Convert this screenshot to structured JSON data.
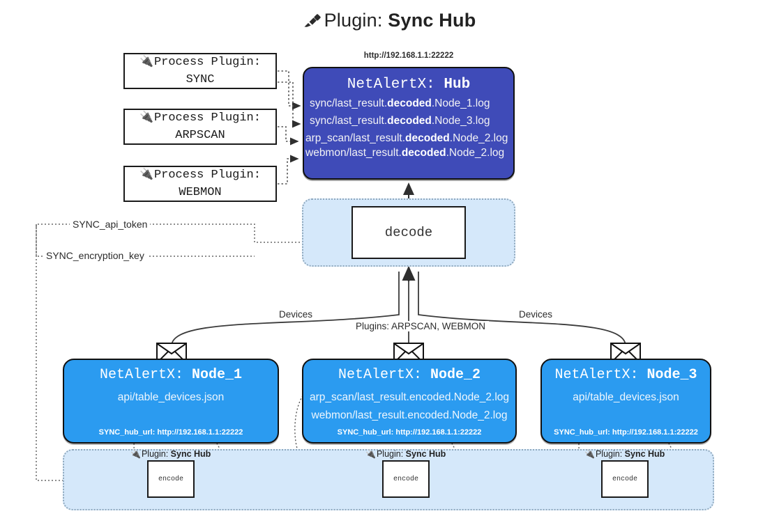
{
  "title": {
    "icon": "plug-icon",
    "prefix": "Plugin:",
    "name": "Sync Hub"
  },
  "process_plugins": [
    {
      "icon": "plug-icon",
      "line1": "Process Plugin:",
      "line2": "SYNC"
    },
    {
      "icon": "plug-icon",
      "line1": "Process Plugin:",
      "line2": "ARPSCAN"
    },
    {
      "icon": "plug-icon",
      "line1": "Process Plugin:",
      "line2": "WEBMON"
    }
  ],
  "hub": {
    "url": "http://192.168.1.1:22222",
    "title_prefix": "NetAlertX:",
    "title_name": "Hub",
    "logs": [
      {
        "pre": "sync/last_result.",
        "mid": "decoded",
        "post": ".Node_1.log"
      },
      {
        "pre": "sync/last_result.",
        "mid": "decoded",
        "post": ".Node_3.log"
      },
      {
        "pre": "arp_scan/last_result.",
        "mid": "decoded",
        "post": ".Node_2.log"
      },
      {
        "pre": "webmon/last_result.",
        "mid": "decoded",
        "post": ".Node_2.log"
      }
    ]
  },
  "decode": {
    "label": "decode"
  },
  "keys": [
    {
      "label": "SYNC_api_token"
    },
    {
      "label": "SYNC_encryption_key"
    }
  ],
  "edge_labels": {
    "left_devices": "Devices",
    "right_devices": "Devices",
    "center_plugins": "Plugins: ARPSCAN, WEBMON"
  },
  "nodes": [
    {
      "icon": "envelope-icon",
      "title_prefix": "NetAlertX:",
      "title_name": "Node_1",
      "rows": [
        {
          "pre": "api/table_devices.json",
          "mid": "",
          "post": ""
        }
      ],
      "url_key": "SYNC_hub_url:",
      "url_value": "http://192.168.1.1:22222"
    },
    {
      "icon": "envelope-icon",
      "title_prefix": "NetAlertX:",
      "title_name": "Node_2",
      "rows": [
        {
          "pre": "arp_scan/last_result.encoded.Node_2.log",
          "mid": "",
          "post": ""
        },
        {
          "pre": "webmon/last_result.encoded.Node_2.log",
          "mid": "",
          "post": ""
        }
      ],
      "url_key": "SYNC_hub_url:",
      "url_value": "http://192.168.1.1:22222"
    },
    {
      "icon": "envelope-icon",
      "title_prefix": "NetAlertX:",
      "title_name": "Node_3",
      "rows": [
        {
          "pre": "api/table_devices.json",
          "mid": "",
          "post": ""
        }
      ],
      "url_key": "SYNC_hub_url:",
      "url_value": "http://192.168.1.1:22222"
    }
  ],
  "encoders": [
    {
      "plugin_prefix": "Plugin:",
      "plugin_name": "Sync Hub",
      "label": "encode"
    },
    {
      "plugin_prefix": "Plugin:",
      "plugin_name": "Sync Hub",
      "label": "encode"
    },
    {
      "plugin_prefix": "Plugin:",
      "plugin_name": "Sync Hub",
      "label": "encode"
    }
  ],
  "colors": {
    "hub_fill": "#3f4bb8",
    "node_fill": "#2b9bf0",
    "container_fill": "#d5e8fa",
    "stroke": "#1a1a1a"
  }
}
